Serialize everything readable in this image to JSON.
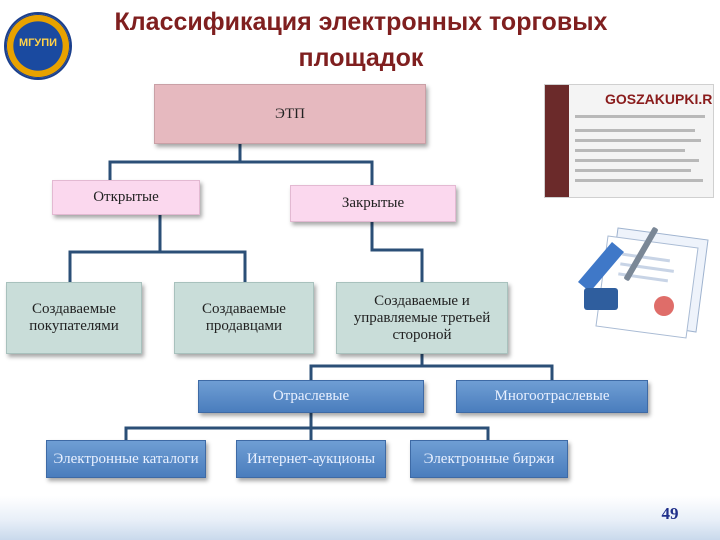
{
  "title": "Классификация электронных торговых площадок",
  "logo_text": "МГУПИ",
  "nodes": {
    "etp": "ЭТП",
    "open": "Открытые",
    "closed": "Закрытые",
    "by_buyers": "Создаваемые покупателями",
    "by_sellers": "Создаваемые продавцами",
    "by_third_party": "Создаваемые и управляемые третьей стороной",
    "sectoral": "Отраслевые",
    "multisectoral": "Многоотраслевые",
    "catalogs": "Электронные каталоги",
    "auctions": "Интернет-аукционы",
    "exchanges": "Электронные биржи"
  },
  "screenshot_logo": "GOSZAKUPKI.R",
  "page_number": "49",
  "colors": {
    "title": "#7f1f1f",
    "root_box": "#e6b9bf",
    "level2_box": "#fbd8ee",
    "level3_box": "#c9ddd9",
    "level4_box": "#4a7dbd",
    "connector": "#2b4f77"
  }
}
